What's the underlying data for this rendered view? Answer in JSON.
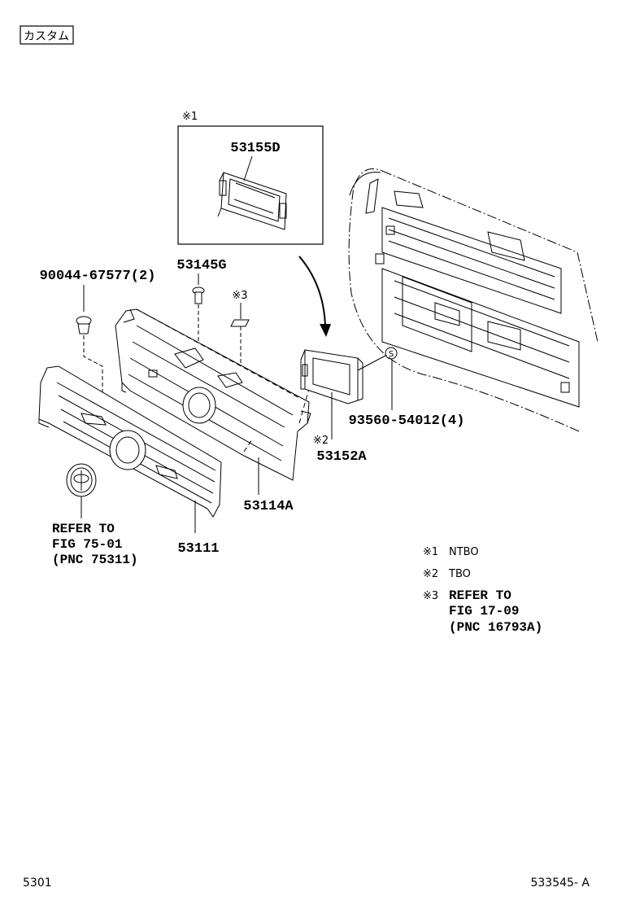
{
  "header": {
    "tag": "カスタム"
  },
  "footer": {
    "left": "5301",
    "right": "533545- A"
  },
  "marks": {
    "note1": "※1",
    "note2": "※2",
    "note3": "※3",
    "s_circle": "S"
  },
  "callouts": {
    "p53155D": "53155D",
    "p53145G": "53145G",
    "p90044": "90044-67577(2)",
    "p93560": "93560-54012(4)",
    "p53152A": "53152A",
    "p53114A": "53114A",
    "p53111": "53111",
    "refer_emblem": [
      "REFER TO",
      "FIG 75-01",
      "(PNC 75311)"
    ]
  },
  "legend": {
    "n1": {
      "mark": "※1",
      "text": "NTBO"
    },
    "n2": {
      "mark": "※2",
      "text": "TBO"
    },
    "n3": {
      "mark": "※3",
      "lines": [
        "REFER TO",
        "FIG 17-09",
        "(PNC 16793A)"
      ]
    }
  }
}
